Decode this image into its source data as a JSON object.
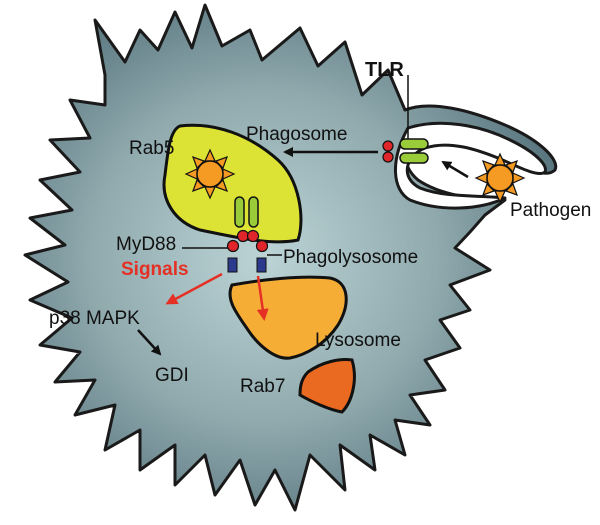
{
  "labels": {
    "tlr": "TLR",
    "rab5": "Rab5",
    "phagosome": "Phagosome",
    "pathogen": "Pathogen",
    "myd88": "MyD88",
    "phagolysosome": "Phagolysosome",
    "signals": "Signals",
    "p38_mapk": "p38 MAPK",
    "gdi": "GDI",
    "lysosome": "Lysosome",
    "rab7": "Rab7"
  },
  "colors": {
    "cell_center": "#b9d1d3",
    "cell_edge": "#4f6b70",
    "phagosome": "#dde335",
    "lysosome": "#f6ad36",
    "rab7_vesicle": "#ea6a22",
    "pathogen": "#f59a22",
    "tlr_green": "#9acc3a",
    "tlr_red": "#e0262a",
    "myd88_blue": "#2b3a8c",
    "signals_red": "#e53026"
  },
  "icons": [
    "pathogen-icon",
    "tlr-receptor-icon",
    "myd88-adaptor-icon"
  ]
}
